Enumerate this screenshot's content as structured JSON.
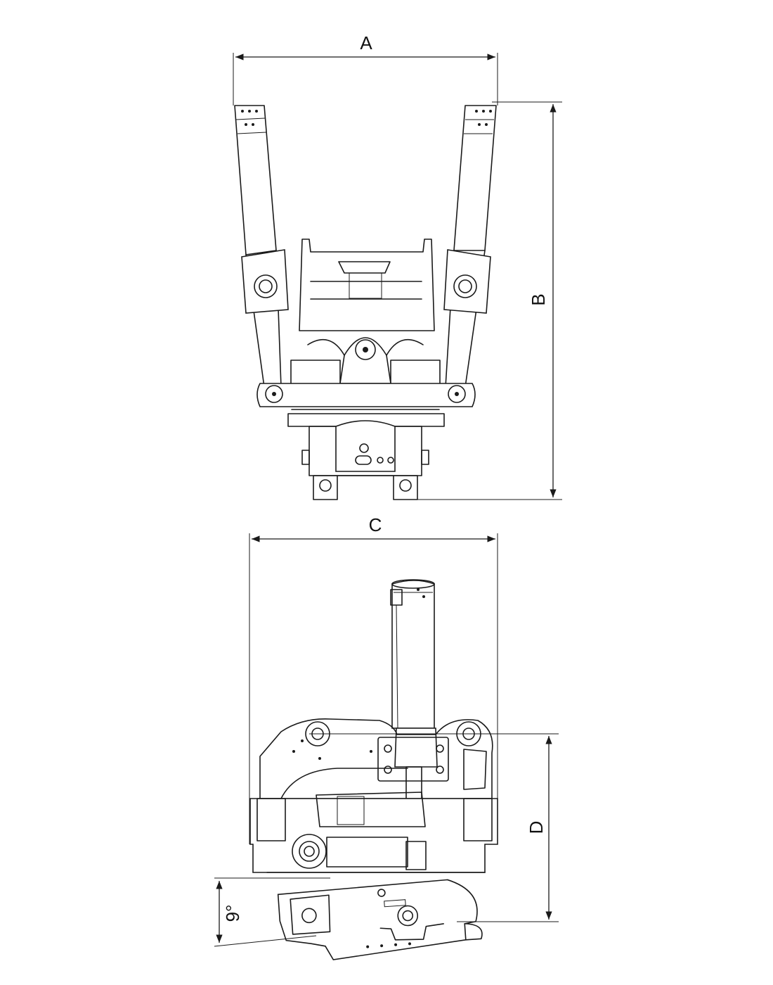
{
  "dimensions": {
    "a": "A",
    "b": "B",
    "c": "C",
    "d": "D",
    "tilt_angle": "9°"
  },
  "colors": {
    "line": "#1a1a1a",
    "background": "#ffffff"
  }
}
